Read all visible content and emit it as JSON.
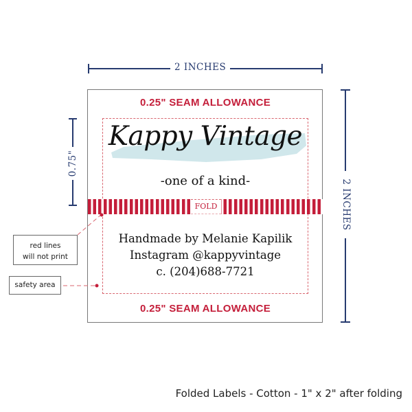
{
  "dimensions": {
    "width_label": "2 INCHES",
    "height_label": "2 INCHES",
    "fold_height_label": "0.75\""
  },
  "label": {
    "seam_top": "0.25\" SEAM ALLOWANCE",
    "seam_bottom": "0.25\" SEAM ALLOWANCE",
    "brand": "Kappy Vintage",
    "tagline": "-one of a kind-",
    "fold_text": "FOLD",
    "info_lines": [
      "Handmade by Melanie Kapilik",
      "Instagram @kappyvintage",
      "c. (204)688-7721"
    ]
  },
  "callouts": {
    "red_lines_1": "red lines",
    "red_lines_2": "will not print",
    "safety_area": "safety area"
  },
  "caption": "Folded Labels - Cotton - 1\" x 2\" after folding",
  "colors": {
    "dimension": "#263a6f",
    "red": "#c41e3a",
    "swash": "#cde6ea"
  }
}
